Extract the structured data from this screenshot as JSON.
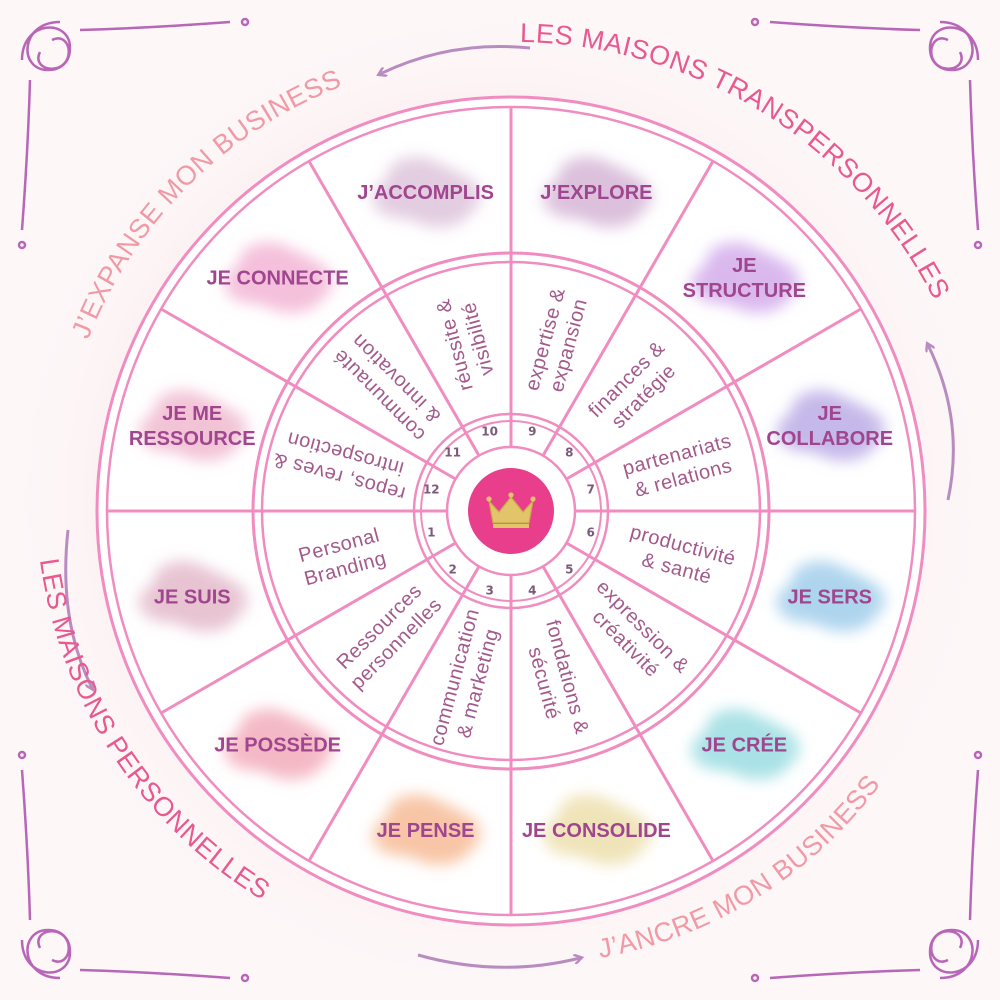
{
  "outer_labels": {
    "top_right": "LES MAISONS TRANSPERSONNELLES",
    "top_left": "J’EXPANSE MON BUSINESS",
    "bottom_left": "LES MAISONS PERSONNELLES",
    "bottom_right": "J’ANCRE MON BUSINESS"
  },
  "center_icon": "crown-icon",
  "houses": [
    {
      "number": "1",
      "name": [
        "JE SUIS"
      ],
      "theme": [
        "Personal",
        "Branding"
      ],
      "cloud_color": "#e7c3d2"
    },
    {
      "number": "2",
      "name": [
        "JE POSSÈDE"
      ],
      "theme": [
        "Ressources",
        "personnelles"
      ],
      "cloud_color": "#f5b8c6"
    },
    {
      "number": "3",
      "name": [
        "JE PENSE"
      ],
      "theme": [
        "communication",
        "& marketing"
      ],
      "cloud_color": "#f8c6a6"
    },
    {
      "number": "4",
      "name": [
        "JE CONSOLIDE"
      ],
      "theme": [
        "fondations &",
        "sécurité"
      ],
      "cloud_color": "#f0e4b8"
    },
    {
      "number": "5",
      "name": [
        "JE CRÉE"
      ],
      "theme": [
        "expression &",
        "créativité"
      ],
      "cloud_color": "#a9e2e6"
    },
    {
      "number": "6",
      "name": [
        "JE SERS"
      ],
      "theme": [
        "productivité",
        "& santé"
      ],
      "cloud_color": "#aed5ee"
    },
    {
      "number": "7",
      "name": [
        "JE",
        "COLLABORE"
      ],
      "theme": [
        "partenariats",
        "& relations"
      ],
      "cloud_color": "#c5b8ea"
    },
    {
      "number": "8",
      "name": [
        "JE",
        "STRUCTURE"
      ],
      "theme": [
        "finances &",
        "stratégie"
      ],
      "cloud_color": "#d9b8ee"
    },
    {
      "number": "9",
      "name": [
        "J’EXPLORE"
      ],
      "theme": [
        "expertise &",
        "expansion"
      ],
      "cloud_color": "#dcc1dd"
    },
    {
      "number": "10",
      "name": [
        "J’ACCOMPLIS"
      ],
      "theme": [
        "réussite &",
        "visibilité"
      ],
      "cloud_color": "#e3cde0"
    },
    {
      "number": "11",
      "name": [
        "JE CONNECTE"
      ],
      "theme": [
        "communauté",
        "& innovation"
      ],
      "cloud_color": "#f4bfda"
    },
    {
      "number": "12",
      "name": [
        "JE ME",
        "RESSOURCE"
      ],
      "theme": [
        "repos, reves &",
        "introspection"
      ],
      "cloud_color": "#f2c3d6"
    }
  ],
  "colors": {
    "ring": "#f08cbf",
    "center": "#e83e8c",
    "accent_text": "#e8598f",
    "soft_text": "#f19aa6",
    "ornament": "#b866b8",
    "arrow": "#b98cc0",
    "house_text": "#a0468f",
    "theme_text": "#a25a8c"
  }
}
